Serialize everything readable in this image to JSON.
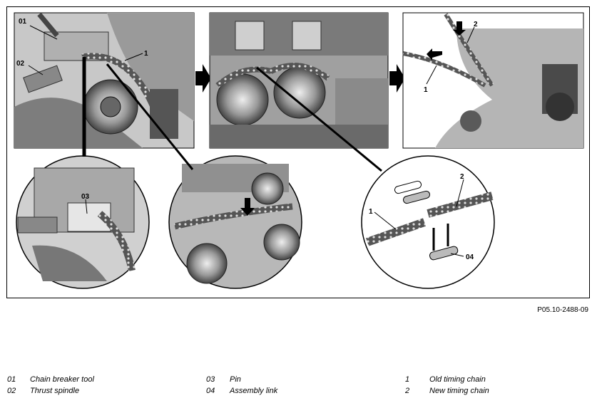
{
  "figure_id": "P05.10-2488-09",
  "callouts": {
    "c01": "01",
    "c02": "02",
    "c1a": "1",
    "c03": "03",
    "c2a": "2",
    "c1b": "1",
    "c2b": "2",
    "c1c": "1",
    "c04": "04"
  },
  "legend": [
    {
      "code": "01",
      "text": "Chain breaker tool"
    },
    {
      "code": "02",
      "text": "Thrust spindle"
    },
    {
      "code": "03",
      "text": "Pin"
    },
    {
      "code": "04",
      "text": "Assembly link"
    },
    {
      "code": "1",
      "text": "Old timing chain"
    },
    {
      "code": "2",
      "text": "New timing chain"
    }
  ]
}
